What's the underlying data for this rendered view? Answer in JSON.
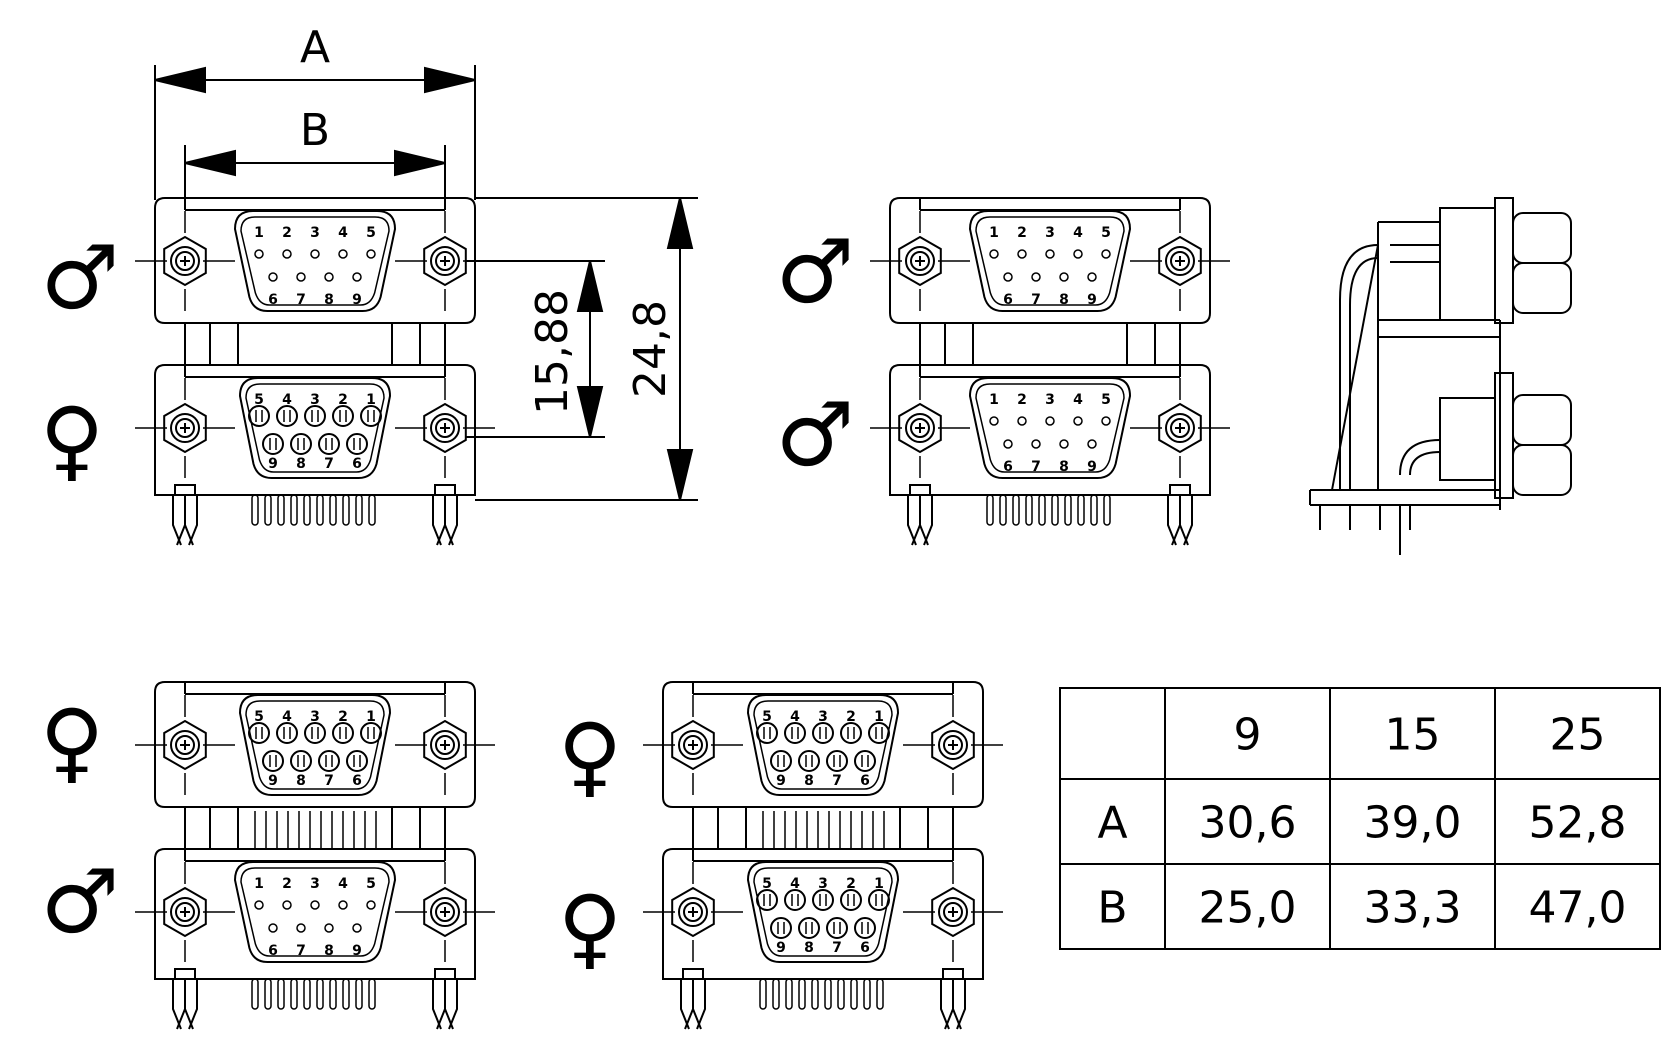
{
  "dimensions": {
    "a_label": "A",
    "b_label": "B",
    "h_small": "15,88",
    "h_large": "24,8"
  },
  "symbols": {
    "male": "♂",
    "female": "♀"
  },
  "pin_labels": {
    "top_row": [
      "1",
      "2",
      "3",
      "4",
      "5"
    ],
    "bottom_row": [
      "6",
      "7",
      "8",
      "9"
    ],
    "female_top_row": [
      "5",
      "4",
      "3",
      "2",
      "1"
    ],
    "female_bottom_row": [
      "9",
      "8",
      "7",
      "6"
    ]
  },
  "table": {
    "header": [
      "",
      "9",
      "15",
      "25"
    ],
    "rows": [
      [
        "A",
        "30,6",
        "39,0",
        "52,8"
      ],
      [
        "B",
        "25,0",
        "33,3",
        "47,0"
      ]
    ]
  },
  "colors": {
    "line": "#000000",
    "background": "#ffffff"
  }
}
